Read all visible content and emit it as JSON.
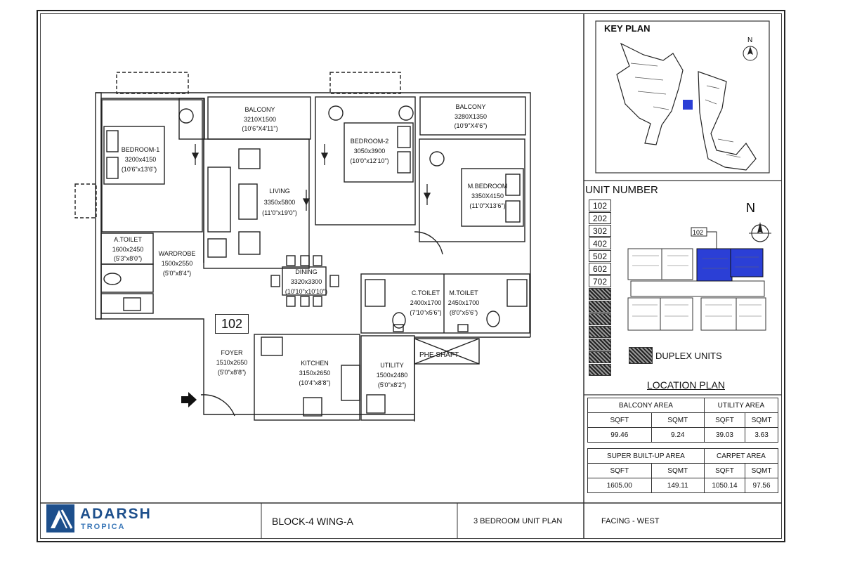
{
  "floor_plan": {
    "unit_number": "102",
    "rooms": [
      {
        "name": "BEDROOM-1",
        "size_mm": "3200x4150",
        "size_ft": "(10'6\"x13'6\")"
      },
      {
        "name": "BALCONY",
        "size_mm": "3210X1500",
        "size_ft": "(10'6\"X4'11\")"
      },
      {
        "name": "LIVING",
        "size_mm": "3350x5800",
        "size_ft": "(11'0\"x19'0\")"
      },
      {
        "name": "BEDROOM-2",
        "size_mm": "3050x3900",
        "size_ft": "(10'0\"x12'10\")"
      },
      {
        "name": "BALCONY",
        "size_mm": "3280X1350",
        "size_ft": "(10'9\"X4'6\")"
      },
      {
        "name": "M.BEDROOM",
        "size_mm": "3350X4150",
        "size_ft": "(11'0\"X13'6\")"
      },
      {
        "name": "A.TOILET",
        "size_mm": "1600x2450",
        "size_ft": "(5'3\"x8'0\")"
      },
      {
        "name": "WARDROBE",
        "size_mm": "1500x2550",
        "size_ft": "(5'0\"x8'4\")"
      },
      {
        "name": "DINING",
        "size_mm": "3320x3300",
        "size_ft": "(10'10\"x10'10\")"
      },
      {
        "name": "C.TOILET",
        "size_mm": "2400x1700",
        "size_ft": "(7'10\"x5'6\")"
      },
      {
        "name": "M.TOILET",
        "size_mm": "2450x1700",
        "size_ft": "(8'0\"x5'6\")"
      },
      {
        "name": "FOYER",
        "size_mm": "1510x2650",
        "size_ft": "(5'0\"x8'8\")"
      },
      {
        "name": "KITCHEN",
        "size_mm": "3150x2650",
        "size_ft": "(10'4\"x8'8\")"
      },
      {
        "name": "UTILITY",
        "size_mm": "1500x2480",
        "size_ft": "(5'0\"x8'2\")"
      }
    ],
    "phe_shaft": "PHE SHAFT"
  },
  "key_plan": {
    "title": "KEY PLAN",
    "north": "N"
  },
  "location_plan": {
    "unit_number_title": "UNIT NUMBER",
    "units": [
      "102",
      "202",
      "302",
      "402",
      "502",
      "602",
      "702"
    ],
    "duplex_rows": 7,
    "duplex_label": "DUPLEX UNITS",
    "callout": "102",
    "north": "N",
    "title": "LOCATION PLAN",
    "highlight_color": "#2b3fd6"
  },
  "areas": {
    "balcony": {
      "title": "BALCONY AREA",
      "sqft_label": "SQFT",
      "sqmt_label": "SQMT",
      "sqft": "99.46",
      "sqmt": "9.24"
    },
    "utility": {
      "title": "UTILITY AREA",
      "sqft_label": "SQFT",
      "sqmt_label": "SQMT",
      "sqft": "39.03",
      "sqmt": "3.63"
    },
    "super_built_up": {
      "title": "SUPER BUILT-UP AREA",
      "sqft_label": "SQFT",
      "sqmt_label": "SQMT",
      "sqft": "1605.00",
      "sqmt": "149.11"
    },
    "carpet": {
      "title": "CARPET AREA",
      "sqft_label": "SQFT",
      "sqmt_label": "SQMT",
      "sqft": "1050.14",
      "sqmt": "97.56"
    }
  },
  "footer": {
    "brand": "ADARSH",
    "brand_sub": "TROPICA",
    "block": "BLOCK-4  WING-A",
    "plan_type": "3 BEDROOM UNIT PLAN",
    "facing": "FACING - WEST"
  },
  "colors": {
    "brand": "#1d4f8c",
    "brand_light": "#3a77b8"
  }
}
